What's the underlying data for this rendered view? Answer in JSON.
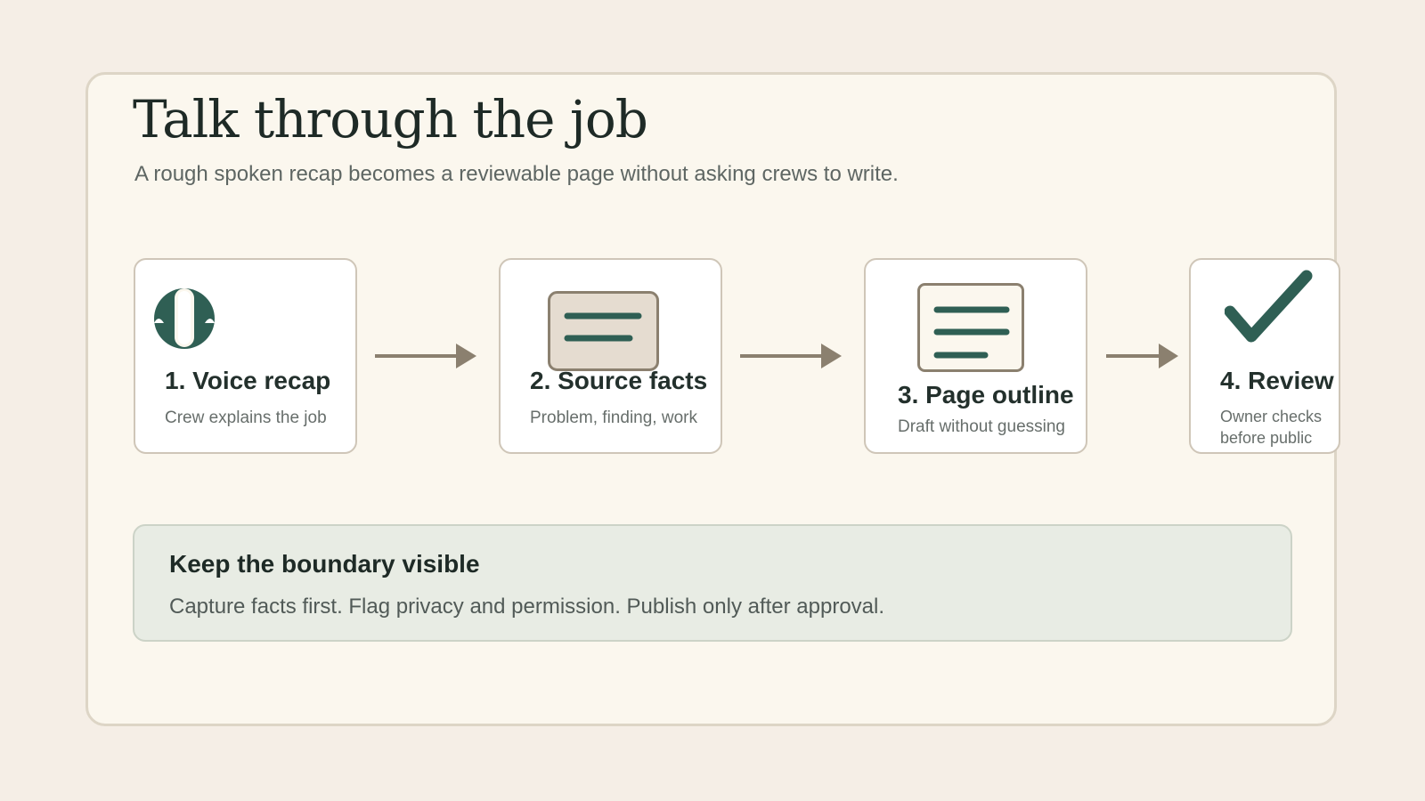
{
  "header": {
    "title": "Talk through the job",
    "subtitle": "A rough spoken recap becomes a reviewable page without asking crews to write."
  },
  "steps": [
    {
      "title": "1. Voice recap",
      "subtitle": "Crew explains the job",
      "icon": "microphone-icon"
    },
    {
      "title": "2. Source facts",
      "subtitle": "Problem, finding, work",
      "icon": "facts-card-icon"
    },
    {
      "title": "3. Page outline",
      "subtitle": "Draft without guessing",
      "icon": "page-outline-icon"
    },
    {
      "title": "4. Review",
      "subtitle_line1": "Owner checks",
      "subtitle_line2": "before public",
      "icon": "checkmark-icon"
    }
  ],
  "callout": {
    "title": "Keep the boundary visible",
    "text": "Capture facts first. Flag privacy and permission. Publish only after approval."
  },
  "colors": {
    "background": "#f5eee6",
    "card": "#fbf7ee",
    "accent_green": "#2f5f54",
    "arrow": "#8b806f",
    "callout_bg": "#e8ece4"
  }
}
